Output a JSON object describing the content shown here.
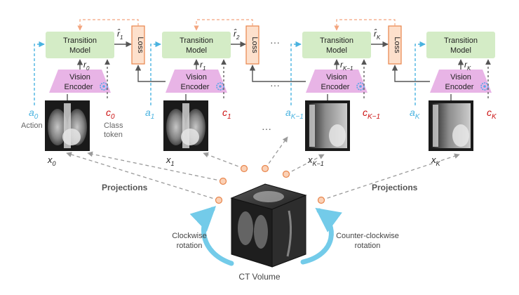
{
  "stages": [
    {
      "transition_model": "Transition Model",
      "encoder": "Vision Encoder",
      "r": "r",
      "r_sub": "0",
      "a": "a",
      "a_sub": "0",
      "c": "c",
      "c_sub": "0",
      "x": "x",
      "x_sub": "0",
      "rhat": "r̂",
      "rhat_sub": "1"
    },
    {
      "transition_model": "Transition Model",
      "encoder": "Vision Encoder",
      "r": "r",
      "r_sub": "1",
      "a": "a",
      "a_sub": "1",
      "c": "c",
      "c_sub": "1",
      "x": "x",
      "x_sub": "1",
      "rhat": "r̂",
      "rhat_sub": "2"
    },
    {
      "transition_model": "Transition Model",
      "encoder": "Vision Encoder",
      "r": "r",
      "r_sub": "K−1",
      "a": "a",
      "a_sub": "K−1",
      "c": "c",
      "c_sub": "K−1",
      "x": "x",
      "x_sub": "K−1",
      "rhat": "r̂",
      "rhat_sub": "K"
    },
    {
      "transition_model": "Transition Model",
      "encoder": "Vision Encoder",
      "r": "r",
      "r_sub": "K",
      "a": "a",
      "a_sub": "K",
      "c": "c",
      "c_sub": "K",
      "x": "x",
      "x_sub": "K"
    }
  ],
  "loss_label": "Loss",
  "action_label": "Action",
  "class_token_label": "Class token",
  "ellipsis": "···",
  "projections_label": "Projections",
  "clockwise_label": "Clockwise rotation",
  "counter_clockwise_label": "Counter-clockwise rotation",
  "ct_volume_label": "CT Volume",
  "colors": {
    "transition_fill": "#d4ecc6",
    "encoder_fill": "#e8b4e6",
    "loss_fill": "#fde0cc",
    "loss_stroke": "#e8844a",
    "action_blue": "#4ab3e0",
    "class_red": "#cc1111",
    "dashed_gray": "#9a9a9a",
    "dashed_orange": "#f3a57e",
    "rotation_arrow": "#5bc3e6"
  }
}
